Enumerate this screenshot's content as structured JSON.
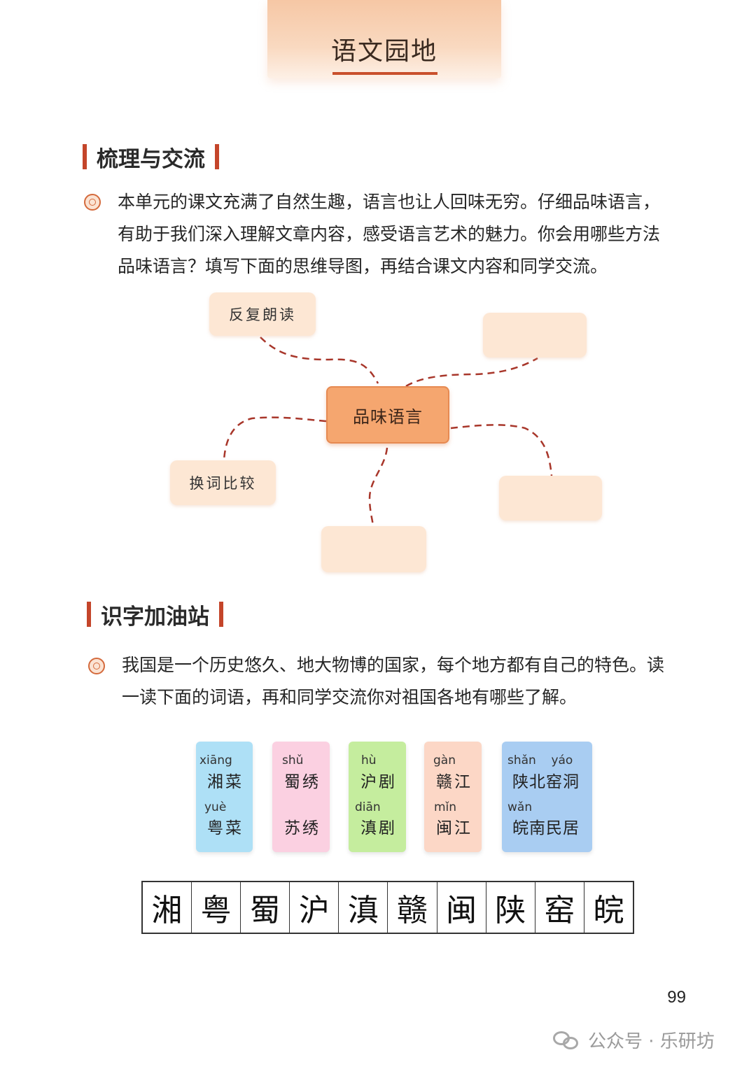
{
  "header": {
    "title": "语文园地"
  },
  "section1": {
    "title": "梳理与交流",
    "lines": [
      "本单元的课文充满了自然生趣，语言也让人回味无穷。仔细品味语言，",
      "有助于我们深入理解文章内容，感受语言艺术的魅力。你会用哪些方法",
      "品味语言？填写下面的思维导图，再结合课文内容和同学交流。"
    ]
  },
  "mindmap": {
    "center": "品味语言",
    "nodes": [
      "反复朗读",
      "",
      "换词比较",
      "",
      ""
    ]
  },
  "section2": {
    "title": "识字加油站",
    "lines": [
      "我国是一个历史悠久、地大物博的国家，每个地方都有自己的特色。读",
      "一读下面的词语，再和同学交流你对祖国各地有哪些了解。"
    ]
  },
  "cards": [
    {
      "color": "#aee0f6",
      "items": [
        {
          "pinyin": "xiāng",
          "word": "湘菜"
        },
        {
          "pinyin": "yuè",
          "word": "粤菜"
        }
      ]
    },
    {
      "color": "#fbd0e1",
      "items": [
        {
          "pinyin": "shǔ",
          "word": "蜀绣"
        },
        {
          "pinyin": "",
          "word": "苏绣"
        }
      ]
    },
    {
      "color": "#c5ed9e",
      "items": [
        {
          "pinyin": "hù",
          "word": "沪剧"
        },
        {
          "pinyin": "diān",
          "word": "滇剧"
        }
      ]
    },
    {
      "color": "#fcd7c6",
      "items": [
        {
          "pinyin": "gàn",
          "word": "赣江"
        },
        {
          "pinyin": "mǐn",
          "word": "闽江"
        }
      ]
    },
    {
      "color": "#a9cdf2",
      "items": [
        {
          "pinyin": "shǎn    yáo",
          "word": "陕北窑洞"
        },
        {
          "pinyin": "wǎn",
          "word": "皖南民居"
        }
      ]
    }
  ],
  "characters": [
    "湘",
    "粤",
    "蜀",
    "沪",
    "滇",
    "赣",
    "闽",
    "陕",
    "窑",
    "皖"
  ],
  "page_number": "99",
  "watermark": "公众号 · 乐研坊"
}
